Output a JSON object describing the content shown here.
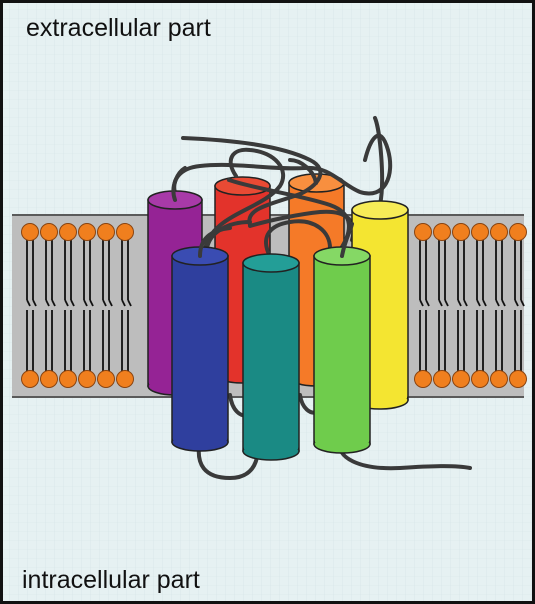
{
  "labels": {
    "extracellular": "extracellular part",
    "intracellular": "intracellular part"
  },
  "colors": {
    "background": "#e6f1f2",
    "border": "#111111",
    "membrane": "#bdbdbd",
    "membrane_edge": "#5a5a5a",
    "lipid_head": "#f07f1e",
    "lipid_tail": "#111111",
    "loop": "#3a3a3a",
    "helices": [
      "#952395",
      "#e3332b",
      "#f57a28",
      "#f4e531",
      "#2f3f9e",
      "#1a8a84",
      "#6fcc4c"
    ]
  },
  "structure": {
    "transmembrane_helices": 7,
    "lipid_heads_per_leaflet_group": 6
  }
}
